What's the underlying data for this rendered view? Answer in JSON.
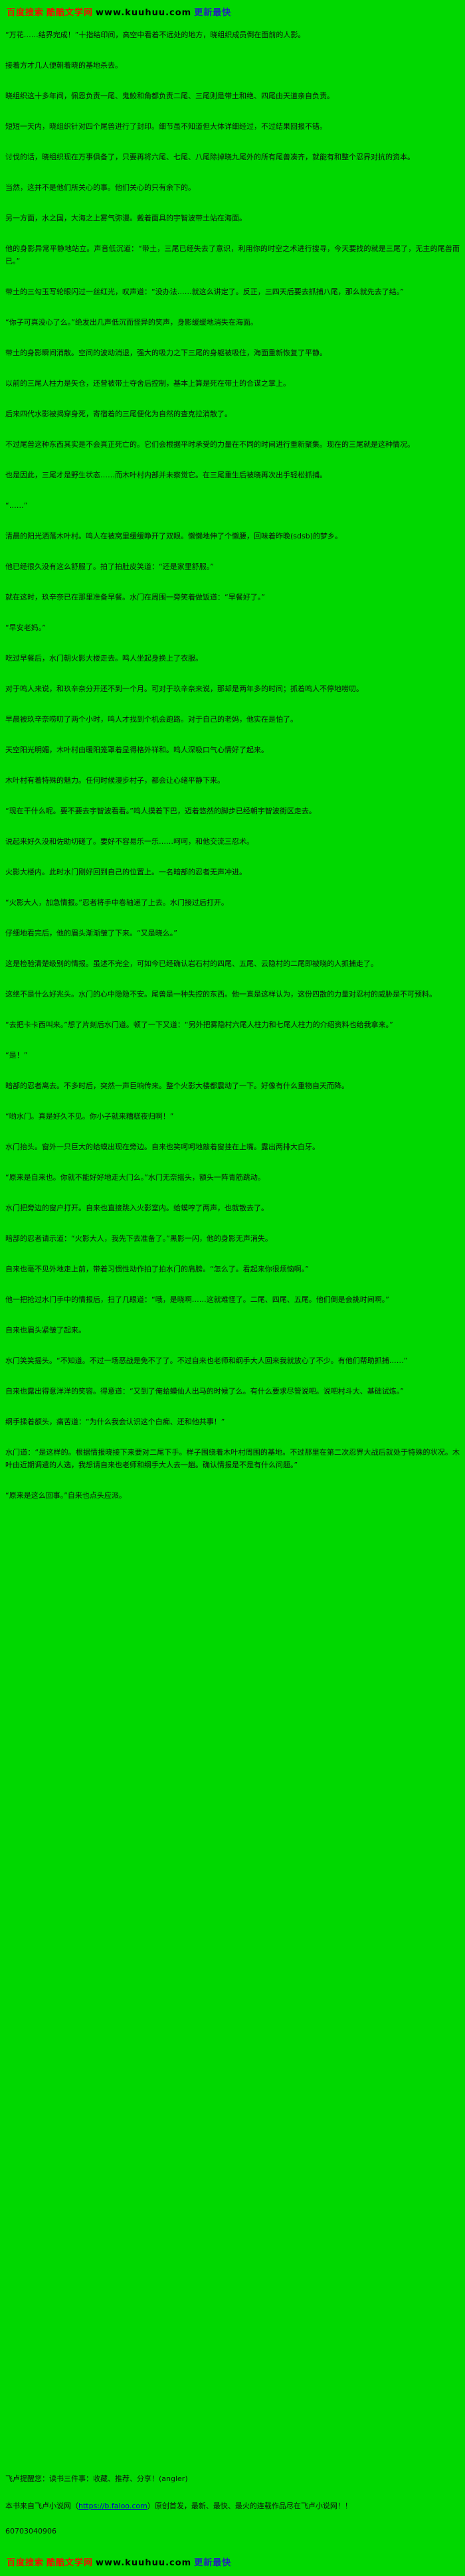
{
  "page": {
    "background_color": "#00d800",
    "text_color": "#101010"
  },
  "banner": {
    "parts": [
      {
        "text": "百度搜索",
        "color": "#ee1100",
        "bold": true,
        "role": "site-promo"
      },
      {
        "text": "酷酷文学网",
        "color": "#ee1100",
        "bold": true,
        "role": "site-name"
      },
      {
        "text": "www.kuuhuu.com",
        "color": "#000000",
        "bold": true,
        "role": "site-url"
      },
      {
        "text": "更新最快",
        "color": "#2222bb",
        "bold": true,
        "role": "site-slogan"
      }
    ]
  },
  "content": {
    "paragraphs": [
      "“万花……结界完成！”十指结印间，高空中看着不远处的地方，晓组织成员倒在面前的人影。",
      "接着方才几人便朝着晓的基地杀去。",
      "晓组织这十多年间，佩恩负责一尾、鬼鲛和角都负责二尾、三尾则是带土和绝、四尾由天道亲自负责。",
      "短短一天内，晓组织针对四个尾兽进行了封印。细节虽不知道但大体详细经过，不过结果回报不错。",
      "讨伐的话，晓组织现在万事俱备了，只要再将六尾、七尾、八尾除掉晓九尾外的所有尾兽凑齐，就能有和整个忍界对抗的资本。",
      "当然，这并不是他们所关心的事。他们关心的只有余下的。",
      "另一方面，水之国，大海之上雾气弥漫。戴着面具的宇智波带土站在海面。",
      "他的身影异常平静地站立。声音低沉道：“带土，三尾已经失去了意识，利用你的时空之术进行搜寻，今天要找的就是三尾了，无主的尾兽而已。”",
      "带土的三勾玉写轮眼闪过一丝红光，叹声道：“没办法……就这么讲定了。反正，三四天后要去抓捕八尾，那么就先去了结。”",
      "“你子可真没心了么。”绝发出几声低沉而怪异的笑声，身影缓缓地消失在海面。",
      "带土的身影瞬间消散。空间的波动消退，强大的吸力之下三尾的身躯被吸住，海面重新恢复了平静。",
      "以前的三尾人柱力是矢仓，还曾被带土夺舍后控制，基本上算是死在带土的合谋之掌上。",
      "后来四代水影被揭穿身死，寄宿着的三尾便化为自然的查克拉消散了。",
      "不过尾兽这种东西其实是不会真正死亡的。它们会根据平时承受的力量在不同的时间进行重新聚集。现在的三尾就是这种情况。",
      "也是因此，三尾才是野生状态……而木叶村内部并未察觉它。在三尾重生后被晓再次出手轻松抓捕。",
      "“……”",
      "清晨的阳光洒落木叶村。鸣人在被窝里缓缓睁开了双眼。懒懒地伸了个懒腰，回味着昨晚(sdsb)的梦乡。",
      "他已经很久没有这么舒服了。拍了拍肚皮笑道：“还是家里舒服。”",
      "就在这时，玖辛奈已在那里准备早餐。水门在周围一旁笑着做饭道：“早餐好了。”",
      "“早安老妈。”",
      "吃过早餐后，水门朝火影大楼走去。鸣人坐起身换上了衣服。",
      "对于鸣人来说，和玖辛奈分开还不到一个月。可对于玖辛奈来说，那却是两年多的时间；抓着鸣人不停地唠叨。",
      "早晨被玖辛奈唠叨了两个小时，鸣人才找到个机会跑路。对于自己的老妈，他实在是怕了。",
      "天空阳光明媚，木叶村由暖阳笼罩着显得格外祥和。鸣人深吸口气心情好了起来。",
      "木叶村有着特殊的魅力。任何时候漫步村子，都会让心绪平静下来。",
      "“现在干什么呢。要不要去宇智波看看。”鸣人摸着下巴，迈着悠然的脚步已经朝宇智波街区走去。",
      "说起来好久没和佐助切磋了。要好不容易乐一乐……呵呵，和他交流三忍术。",
      "火影大楼内。此时水门刚好回到自己的位置上。一名暗部的忍者无声冲进。",
      "“火影大人，加急情报。”忍者将手中卷轴递了上去。水门接过后打开。",
      "仔细地看完后，他的眉头渐渐皱了下来。“又是晓么。”",
      "这是检验清楚级别的情报。虽述不完全，可如今已经确认岩石村的四尾、五尾、云隐村的二尾即被晓的人抓捕走了。",
      "这绝不是什么好兆头。水门的心中隐隐不安。尾兽是一种失控的东西。他一直是这样认为，这份四散的力量对忍村的威胁是不可预料。",
      "“去把卡卡西叫来。”想了片刻后水门道。顿了一下又道：“另外把雾隐村六尾人柱力和七尾人柱力的介绍资料也给我拿来。”",
      "“是！”",
      "暗部的忍者离去。不多时后，突然一声巨响传来。整个火影大楼都震动了一下。好像有什么重物自天而降。",
      "“哟水门。真是好久不见。你小子就来糟糕夜归啊！”",
      "水门抬头。窗外一只巨大的蛤蟆出现在旁边。自来也笑呵呵地敲着窗挂在上嘴。露出两排大白牙。",
      "“原来是自来也。你就不能好好地走大门么。”水门无奈摇头，额头一阵青筋跳动。",
      "水门把旁边的窗户打开。自来也直接跳入火影室内。蛤蟆哼了两声，也就散去了。",
      "暗部的忍者请示道：“火影大人，我先下去准备了。”黑影一闪，他的身影无声消失。",
      "自来也毫不见外地走上前，带着习惯性动作拍了拍水门的肩膀。“怎么了。看起来你很烦恼啊。”",
      "他一把抢过水门手中的情报后，扫了几眼道：“哦，是晓啊……这就难怪了。二尾、四尾、五尾。他们倒是会挑时间啊。”",
      "自来也眉头紧皱了起来。",
      "水门笑笑摇头。“不知道。不过一场恶战是免不了了。不过自来也老师和纲手大人回来我就放心了不少。有他们帮助抓捕……”",
      "自来也露出得意洋洋的笑容。得意道：“又到了俺蛤蟆仙人出马的时候了么。有什么要求尽管说吧。说吧村斗大、基础试炼。”",
      "纲手揉着额头，痛苦道：“为什么我会认识这个白痴、还和他共事！”",
      "水门道：“是这样的。根据情报晓接下来要对二尾下手。样子围绕着木叶村周围的基地。不过那里在第二次忍界大战后就处于特殊的状况。木叶由近期调遣的人选，我想请自来也老师和纲手大人去一趟。确认情报是不是有什么问题。”",
      "“原来是这么回事。”自来也点头应派。"
    ]
  },
  "promo": {
    "reminder": "飞卢提醒您：读书三件事：收藏、推荐、分享！(angler)",
    "source_prefix": "本书来自飞卢小说网（",
    "source_link": "https://b.faloo.com",
    "source_suffix": "）原创首发，最新、最快、最火的连载作品尽在飞卢小说网！！",
    "code": "60703040906"
  }
}
